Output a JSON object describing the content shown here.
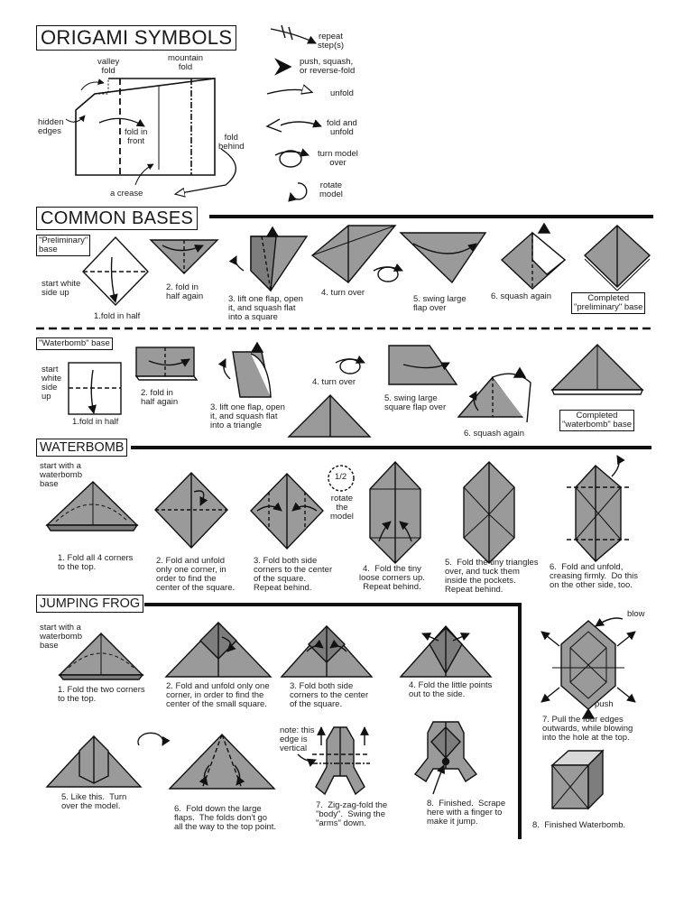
{
  "title": "ORIGAMI SYMBOLS",
  "symbols": {
    "valley_fold": "valley\nfold",
    "mountain_fold": "mountain\nfold",
    "hidden_edges": "hidden\nedges",
    "fold_in_front": "fold in\nfront",
    "fold_behind": "fold\nbehind",
    "a_crease": "a crease",
    "repeat_steps": "repeat\nstep(s)",
    "push": "push, squash,\nor reverse-fold",
    "unfold": "unfold",
    "fold_and_unfold": "fold and\nunfold",
    "turn_over": "turn model\nover",
    "rotate": "rotate\nmodel"
  },
  "common_bases": {
    "heading": "COMMON BASES",
    "preliminary": {
      "label": "\"Preliminary\"\nbase",
      "start": "start white\nside up",
      "steps": [
        "1.fold in half",
        "2. fold in\nhalf again",
        "3. lift one flap, open\nit, and squash flat\ninto a square",
        "4. turn over",
        "5. swing large\nflap over",
        "6. squash again"
      ],
      "completed": "Completed\n\"preliminary\" base"
    },
    "waterbomb": {
      "label": "\"Waterbomb\" base",
      "start": "start\nwhite\nside\nup",
      "steps": [
        "1.fold in half",
        "2. fold in\nhalf again",
        "3. lift one flap, open\nit, and squash flat\ninto a triangle",
        "4. turn over",
        "5. swing large\nsquare flap over",
        "6. squash again"
      ],
      "completed": "Completed\n\"waterbomb\" base"
    }
  },
  "waterbomb": {
    "heading": "WATERBOMB",
    "start": "start with a\nwaterbomb\nbase",
    "rotate_fraction": "1/2",
    "rotate_label": "rotate\nthe\nmodel",
    "steps": [
      "1. Fold all 4 corners\nto the top.",
      "2. Fold and unfold\nonly one corner, in\norder to find the\ncenter of the square.",
      "3. Fold both side\ncorners to the center\nof the square.\nRepeat behind.",
      "4.  Fold the tiny\nloose corners up.\nRepeat behind.",
      "5.  Fold the tiny triangles\nover, and tuck them\ninside the pockets.\nRepeat behind.",
      "6.  Fold and unfold,\ncreasing firmly.  Do this\non the other side, too.",
      "7. Pull the four edges\noutwards, while blowing\ninto the hole at the top.",
      "8.  Finished Waterbomb."
    ],
    "blow": "blow",
    "push": "push"
  },
  "jumping_frog": {
    "heading": "JUMPING FROG",
    "start": "start with a\nwaterbomb\nbase",
    "note": "note: this\nedge is\nvertical",
    "steps": [
      "1. Fold the two corners\nto the top.",
      "2. Fold and unfold only one\ncorner, in order to find the\ncenter of the small square.",
      "3. Fold both side\ncorners to the center\nof the square.",
      "4. Fold the little points\nout to the side.",
      "5. Like this.  Turn\nover the model.",
      "6.  Fold down the large\nflaps.  The folds don't go\nall the way to the top point.",
      "7.  Zig-zag-fold the\n\"body\".  Swing the\n\"arms\" down.",
      "8.  Finished.  Scrape\nhere with a finger to\nmake it jump."
    ]
  },
  "colors": {
    "paper": "#9a9a9a",
    "paper_dark": "#7d7d7d",
    "line": "#111111",
    "white": "#ffffff"
  }
}
